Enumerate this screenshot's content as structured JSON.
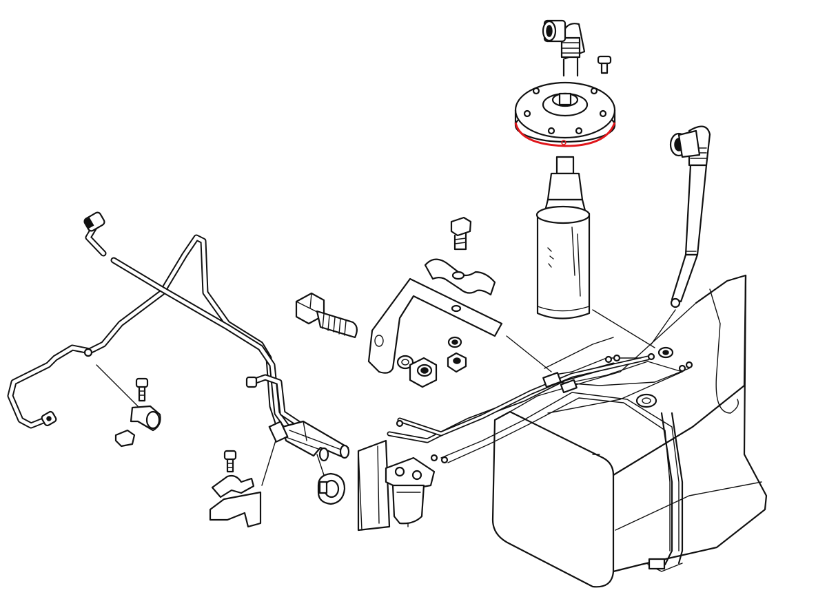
{
  "diagram": {
    "kind": "exploded parts drawing — fuel system",
    "highlight_color": "#e0161b",
    "line_color": "#111111",
    "background": "#ffffff",
    "highlighted_part": "sender-unit-gasket",
    "parts": [
      "banjo-elbow-fitting-top",
      "mounting-screw",
      "sender-flange-plate",
      "sender-gasket",
      "fuel-pickup-canister",
      "return-elbow-fitting",
      "return-hose",
      "banjo-bolt",
      "pipe-clamp-top",
      "mounting-bracket",
      "large-bolt",
      "lock-washer",
      "hex-nut-large",
      "hex-nut-small",
      "fuel-lines-left",
      "clip-bolt-left",
      "pipe-clip-left",
      "clip-bolt-lower",
      "pipe-clip-lower",
      "hose-clamp",
      "fuel-filter",
      "fuel-tank",
      "grommet"
    ]
  }
}
